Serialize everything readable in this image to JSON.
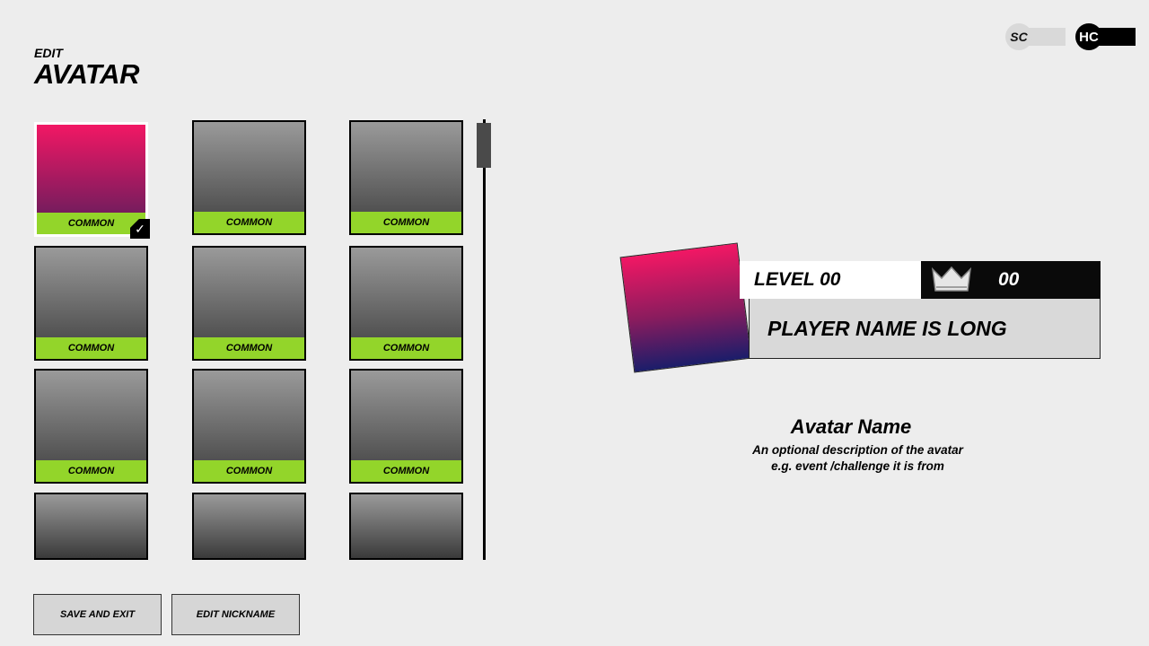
{
  "header": {
    "small": "EDIT",
    "title": "AVATAR"
  },
  "currency": {
    "soft": "SC",
    "hard": "HC"
  },
  "grid": {
    "rarity_label": "COMMON",
    "tiles": [
      {
        "rarity": "COMMON",
        "selected": true
      },
      {
        "rarity": "COMMON"
      },
      {
        "rarity": "COMMON"
      },
      {
        "rarity": "COMMON"
      },
      {
        "rarity": "COMMON"
      },
      {
        "rarity": "COMMON"
      },
      {
        "rarity": "COMMON"
      },
      {
        "rarity": "COMMON"
      },
      {
        "rarity": "COMMON"
      }
    ]
  },
  "buttons": {
    "save": "SAVE AND EXIT",
    "nickname": "EDIT NICKNAME"
  },
  "player": {
    "level": "LEVEL 00",
    "crowns": "00",
    "name": "PLAYER NAME IS LONG"
  },
  "avatar_info": {
    "name": "Avatar Name",
    "desc_line1": "An optional description of the avatar",
    "desc_line2": "e.g. event /challenge it is from"
  },
  "colors": {
    "rarity_common": "#93d52a",
    "accent_pink": "#f21764",
    "accent_navy": "#1b1d6a"
  }
}
